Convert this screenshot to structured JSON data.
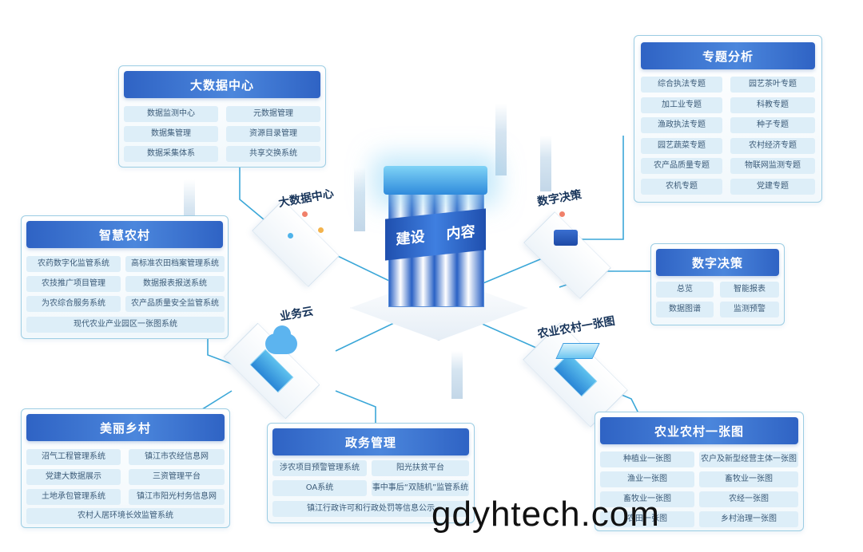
{
  "center": {
    "label_left": "建设",
    "label_right": "内容"
  },
  "nodes": {
    "bigdata": "大数据中心",
    "decision": "数字决策",
    "business": "业务云",
    "agrimap": "农业农村一张图"
  },
  "panels": {
    "bigdata": {
      "title": "大数据中心",
      "items": [
        "数据监测中心",
        "元数据管理",
        "数据集管理",
        "资源目录管理",
        "数据采集体系",
        "共享交换系统"
      ]
    },
    "topic": {
      "title": "专题分析",
      "items": [
        "综合执法专题",
        "园艺茶叶专题",
        "加工业专题",
        "科教专题",
        "渔政执法专题",
        "种子专题",
        "园艺蔬菜专题",
        "农村经济专题",
        "农产品质量专题",
        "物联网监测专题",
        "农机专题",
        "党建专题"
      ]
    },
    "smart": {
      "title": "智慧农村",
      "items": [
        "农药数字化监管系统",
        "高标准农田档案管理系统",
        "农技推广项目管理",
        "数据报表报送系统",
        "为农综合服务系统",
        "农产品质量安全监管系统",
        "现代农业产业园区一张图系统"
      ]
    },
    "decision": {
      "title": "数字决策",
      "items": [
        "总览",
        "智能报表",
        "数据图谱",
        "监测预警"
      ]
    },
    "village": {
      "title": "美丽乡村",
      "items": [
        "沼气工程管理系统",
        "镇江市农经信息网",
        "党建大数据展示",
        "三资管理平台",
        "土地承包管理系统",
        "镇江市阳光村务信息网",
        "农村人居环境长效监管系统"
      ]
    },
    "gov": {
      "title": "政务管理",
      "items": [
        "涉农项目预警管理系统",
        "阳光扶贫平台",
        "OA系统",
        "事中事后“双随机”监管系统",
        "镇江行政许可和行政处罚等信息公示"
      ]
    },
    "agrimap": {
      "title": "农业农村一张图",
      "items": [
        "种植业一张图",
        "农户及新型经营主体一张图",
        "渔业一张图",
        "畜牧业一张图",
        "畜牧业一张图",
        "农经一张图",
        "农田一张图",
        "乡村治理一张图"
      ]
    }
  },
  "watermark": "gdyhtech.com",
  "colors": {
    "title_blue": "#2f63c4",
    "chip_bg": "#ddeef8",
    "accent_cyan": "#4fb3ea"
  }
}
